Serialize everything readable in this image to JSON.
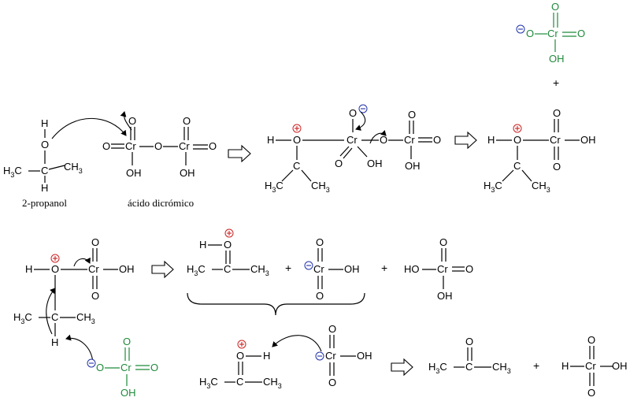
{
  "labels": {
    "propanol": "2-propanol",
    "dichromic": "ácido dicrómico"
  },
  "atoms": {
    "H": "H",
    "O": "O",
    "C": "C",
    "Cr": "Cr",
    "OH": "OH",
    "HO": "HO",
    "H3C_main": "H",
    "CH3_main": "CH",
    "sub3": "3"
  },
  "symbols": {
    "plus": "+"
  },
  "colors": {
    "green": "#1f8a3b",
    "positive": "#cc2222",
    "negative": "#2233aa"
  }
}
